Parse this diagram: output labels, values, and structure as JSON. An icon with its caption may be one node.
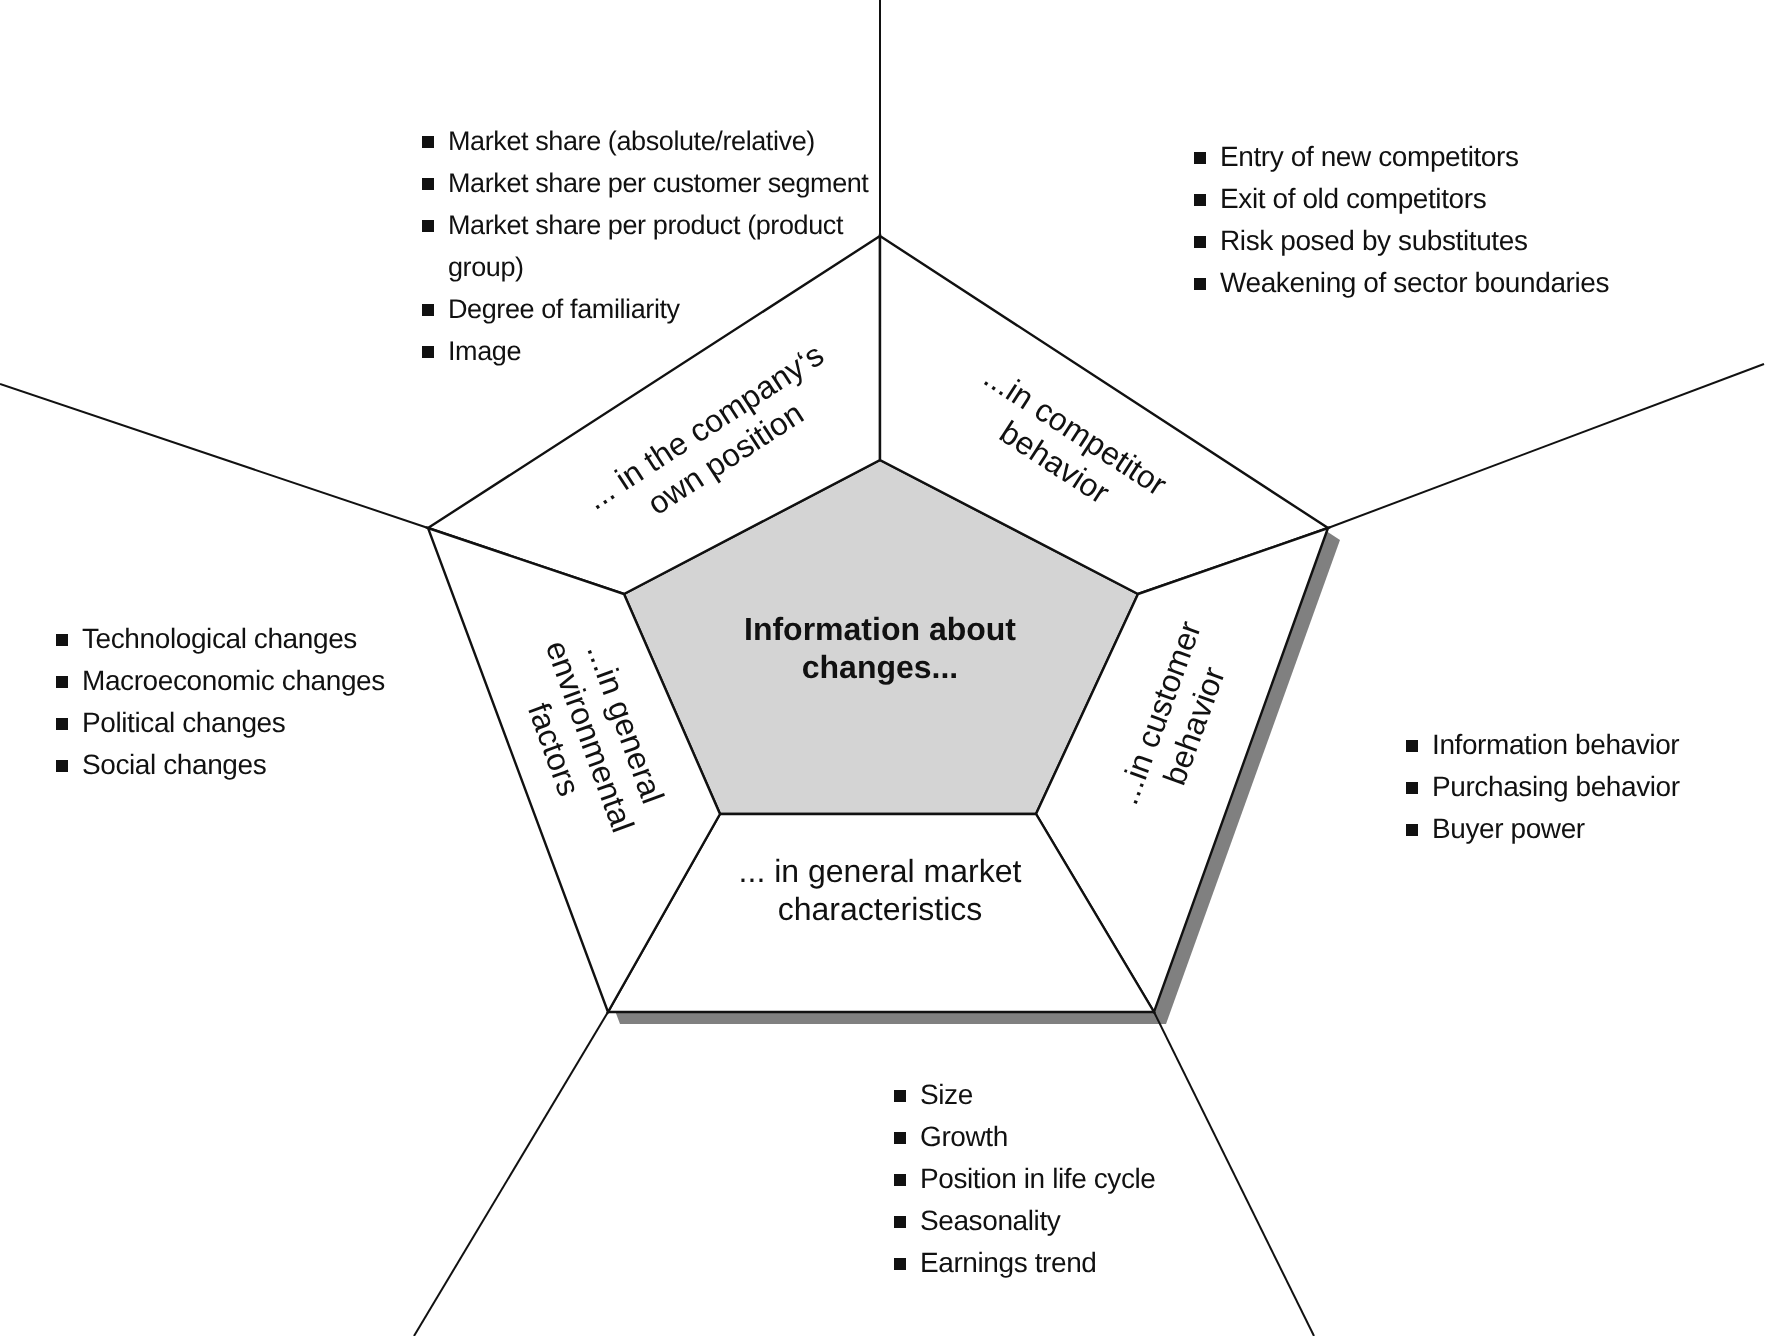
{
  "diagram": {
    "nodes": [
      {
        "text": [
          "Information about changes..."
        ]
      },
      {
        "text": [
          "... in the company‘s own position"
        ]
      },
      {
        "text": [
          "...in competitor behavior"
        ]
      },
      {
        "text": [
          "...in customer behavior"
        ]
      },
      {
        "text": [
          "... in general market characteristics"
        ]
      },
      {
        "text": [
          "...in general environmental factors"
        ]
      }
    ],
    "labels": [
      "Market share (absolute/relative)",
      "Market share per customer segment",
      "Market share per product (product group)",
      "Degree of familiarity",
      "Image",
      "Entry of new competitors",
      "Exit of old competitors",
      "Risk posed by substitutes",
      "Weakening of sector boundaries",
      "Information behavior",
      "Purchasing behavior",
      "Buyer power",
      "Size",
      "Growth",
      "Position in life cycle",
      "Seasonality",
      "Earnings trend",
      "Technological changes",
      "Macroeconomic changes",
      "Political changes",
      "Social changes"
    ]
  }
}
